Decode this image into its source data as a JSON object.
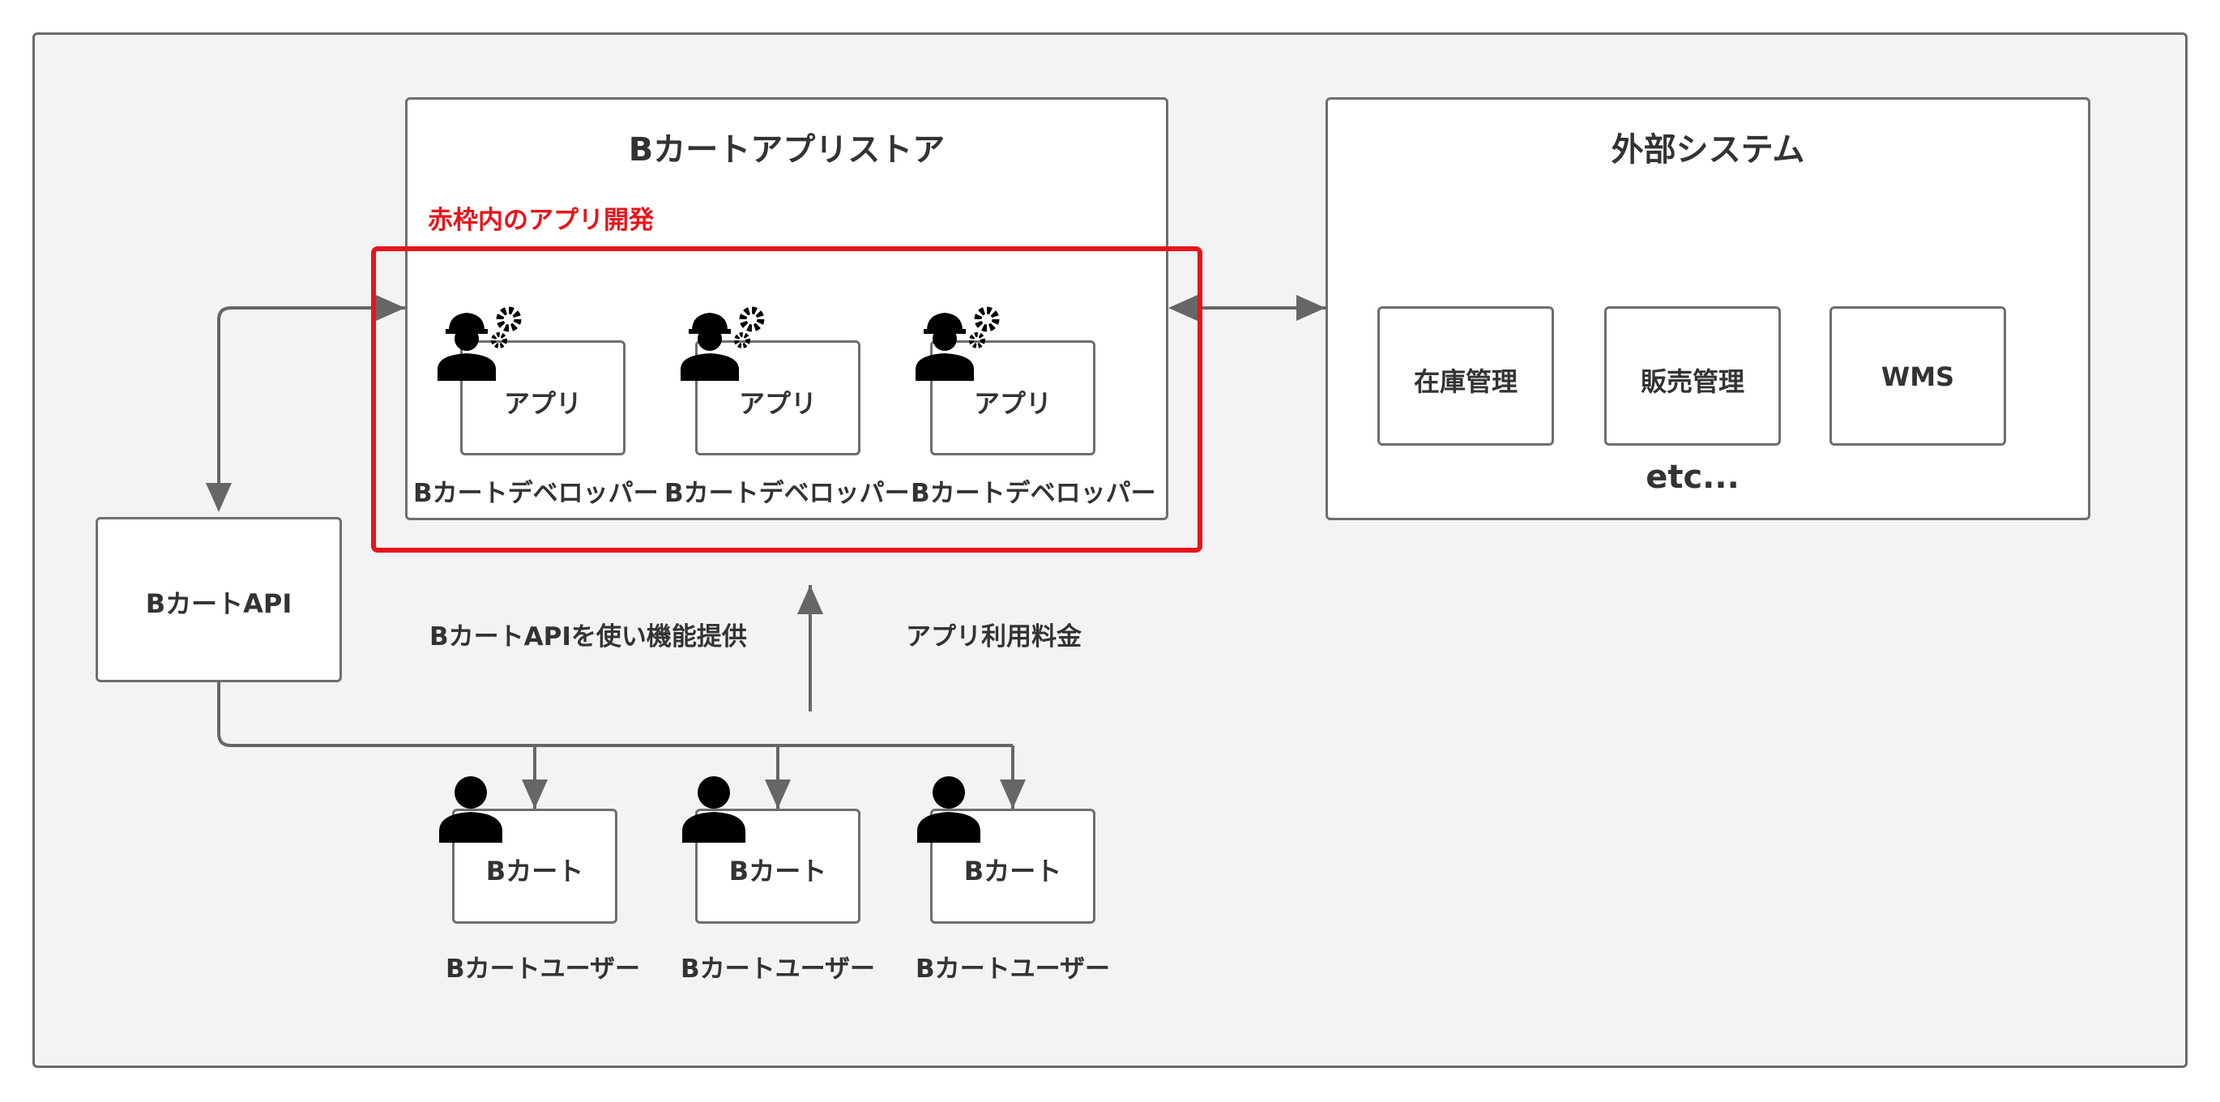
{
  "store": {
    "title": "Bカートアプリストア",
    "red_note": "赤枠内のアプリ開発",
    "apps": [
      {
        "label": "アプリ",
        "developer": "Bカートデベロッパー"
      },
      {
        "label": "アプリ",
        "developer": "Bカートデベロッパー"
      },
      {
        "label": "アプリ",
        "developer": "Bカートデベロッパー"
      }
    ]
  },
  "external": {
    "title": "外部システム",
    "systems": [
      "在庫管理",
      "販売管理",
      "WMS"
    ],
    "etc": "etc..."
  },
  "api": {
    "label": "BカートAPI"
  },
  "annotations": {
    "api_usage": "BカートAPIを使い機能提供",
    "app_fee": "アプリ利用料金"
  },
  "users": [
    {
      "label": "Bカート",
      "caption": "Bカートユーザー"
    },
    {
      "label": "Bカート",
      "caption": "Bカートユーザー"
    },
    {
      "label": "Bカート",
      "caption": "Bカートユーザー"
    }
  ],
  "colors": {
    "highlight": "#e8141b",
    "line": "#666666",
    "background": "#f2f3f5"
  },
  "icons": {
    "developer": "developer-hardhat-gear-icon",
    "user": "user-person-icon"
  }
}
